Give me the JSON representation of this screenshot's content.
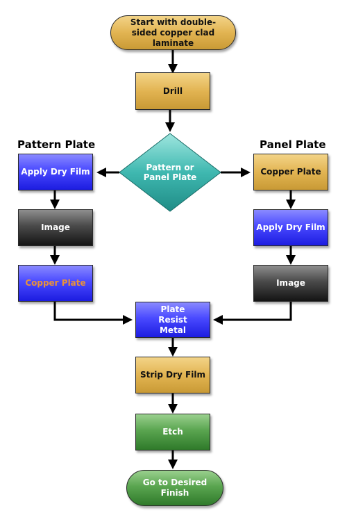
{
  "labels": {
    "pattern_plate": "Pattern Plate",
    "panel_plate": "Panel Plate"
  },
  "nodes": {
    "start": "Start with double-sided copper clad laminate",
    "drill": "Drill",
    "decision": "Pattern or Panel Plate",
    "left_apply_dry_film": "Apply Dry Film",
    "left_image": "Image",
    "left_copper_plate": "Copper Plate",
    "right_copper_plate": "Copper Plate",
    "right_apply_dry_film": "Apply Dry Film",
    "right_image": "Image",
    "plate_resist_metal": "Plate Resist Metal",
    "strip_dry_film": "Strip Dry Film",
    "etch": "Etch",
    "finish": "Go to Desired Finish"
  },
  "colors": {
    "gold": "#e2b452",
    "blue": "#3a3aff",
    "black": "#2a2a2a",
    "green": "#4f9a46",
    "teal": "#3fb8b0",
    "left_copper_text": "#e8923a"
  }
}
